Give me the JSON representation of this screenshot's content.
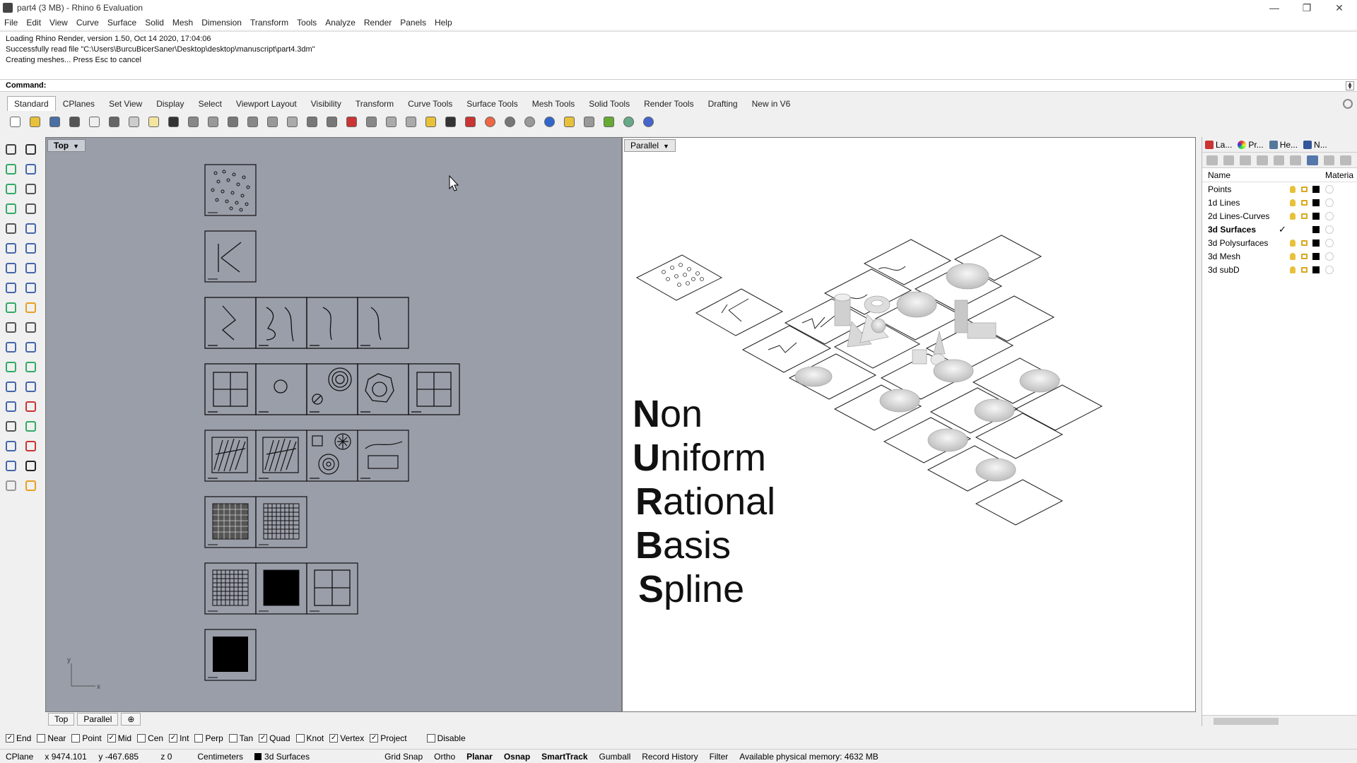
{
  "window": {
    "title": "part4 (3 MB) - Rhino 6 Evaluation",
    "minimize_glyph": "—",
    "restore_glyph": "❐",
    "close_glyph": "✕"
  },
  "menu": [
    "File",
    "Edit",
    "View",
    "Curve",
    "Surface",
    "Solid",
    "Mesh",
    "Dimension",
    "Transform",
    "Tools",
    "Analyze",
    "Render",
    "Panels",
    "Help"
  ],
  "history": [
    "Loading Rhino Render, version 1.50, Oct 14 2020, 17:04:06",
    "Successfully read file \"C:\\Users\\BurcuBicerSaner\\Desktop\\desktop\\manuscript\\part4.3dm\"",
    "Creating meshes... Press Esc to cancel"
  ],
  "command": {
    "label": "Command:",
    "value": ""
  },
  "toolbar_tabs": [
    "Standard",
    "CPlanes",
    "Set View",
    "Display",
    "Select",
    "Viewport Layout",
    "Visibility",
    "Transform",
    "Curve Tools",
    "Surface Tools",
    "Mesh Tools",
    "Solid Tools",
    "Render Tools",
    "Drafting",
    "New in V6"
  ],
  "toolbar_icons": [
    "new-icon",
    "open-icon",
    "save-icon",
    "print-icon",
    "import-icon",
    "cut-icon",
    "copy-icon",
    "paste-icon",
    "undo-icon",
    "pan-hand-icon",
    "move-view-icon",
    "zoom-icon",
    "zoom-window-icon",
    "zoom-extents-icon",
    "zoom-selected-icon",
    "rotate-view-icon",
    "four-viewports-icon",
    "car-render-icon",
    "toolbox-icon",
    "circle-icon",
    "properties-icon",
    "bulb-icon",
    "lock-icon",
    "layer-icon",
    "color-wheel-icon",
    "sphere-gray-icon",
    "sphere-silver-icon",
    "sphere-blue-icon",
    "pencil-icon",
    "settings-gear-icon",
    "grasshopper-icon",
    "globe-icon",
    "help-icon"
  ],
  "viewports": {
    "top": {
      "label": "Top"
    },
    "parallel": {
      "label": "Parallel"
    }
  },
  "axis": {
    "x": "x",
    "y": "y"
  },
  "nurbs": [
    {
      "initial": "N",
      "rest": "on"
    },
    {
      "initial": "U",
      "rest": "niform"
    },
    {
      "initial": "R",
      "rest": "ational"
    },
    {
      "initial": "B",
      "rest": "asis"
    },
    {
      "initial": "S",
      "rest": "pline"
    }
  ],
  "viewport_tabs": [
    "Top",
    "Parallel"
  ],
  "add_viewport_glyph": "⊕",
  "panel": {
    "tabs": [
      "La...",
      "Pr...",
      "He...",
      "N..."
    ],
    "columns": {
      "name": "Name",
      "material": "Materia"
    },
    "layers": [
      {
        "name": "Points",
        "current": false
      },
      {
        "name": "1d Lines",
        "current": false
      },
      {
        "name": "2d Lines-Curves",
        "current": false
      },
      {
        "name": "3d Surfaces",
        "current": true
      },
      {
        "name": "3d Polysurfaces",
        "current": false
      },
      {
        "name": "3d Mesh",
        "current": false
      },
      {
        "name": "3d subD",
        "current": false
      }
    ],
    "current_mark": "✓"
  },
  "osnaps": [
    {
      "label": "End",
      "checked": true
    },
    {
      "label": "Near",
      "checked": false
    },
    {
      "label": "Point",
      "checked": false
    },
    {
      "label": "Mid",
      "checked": true
    },
    {
      "label": "Cen",
      "checked": false
    },
    {
      "label": "Int",
      "checked": true
    },
    {
      "label": "Perp",
      "checked": false
    },
    {
      "label": "Tan",
      "checked": false
    },
    {
      "label": "Quad",
      "checked": true
    },
    {
      "label": "Knot",
      "checked": false
    },
    {
      "label": "Vertex",
      "checked": true
    },
    {
      "label": "Project",
      "checked": true
    },
    {
      "label": "Disable",
      "checked": false
    }
  ],
  "status": {
    "cplane": "CPlane",
    "x": "x 9474.101",
    "y": "y -467.685",
    "z": "z 0",
    "units": "Centimeters",
    "layer": "3d Surfaces",
    "grid_snap": "Grid Snap",
    "ortho": "Ortho",
    "planar": "Planar",
    "osnap": "Osnap",
    "smarttrack": "SmartTrack",
    "gumball": "Gumball",
    "record_history": "Record History",
    "filter": "Filter",
    "memory": "Available physical memory: 4632 MB"
  }
}
